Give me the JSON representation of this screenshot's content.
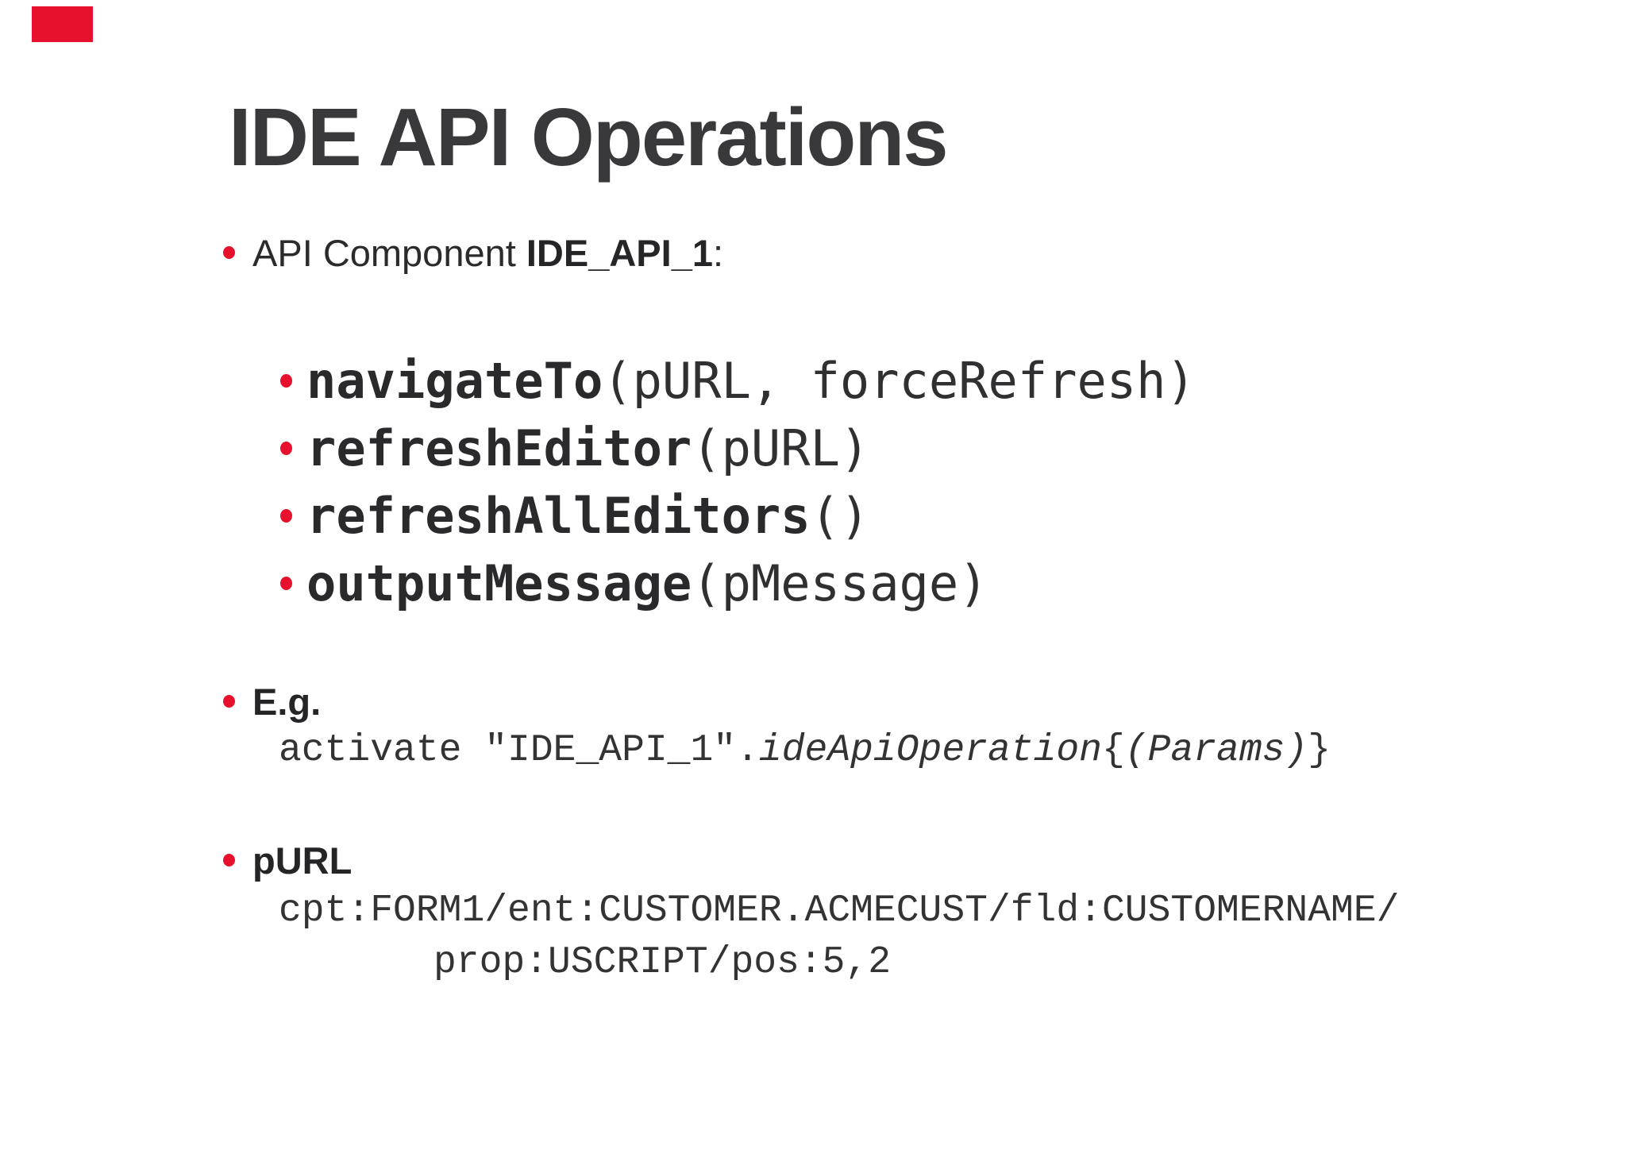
{
  "slide": {
    "accent_color": "#e8112d",
    "text_color": "#2b2b2d",
    "title": "IDE API Operations",
    "bullet1": {
      "prefix": "API Component ",
      "bold": "IDE_API_1",
      "suffix": ":"
    },
    "operations": [
      {
        "name": "navigateTo",
        "args": "(pURL, forceRefresh)"
      },
      {
        "name": "refreshEditor",
        "args": "(pURL)"
      },
      {
        "name": "refreshAllEditors",
        "args": "()"
      },
      {
        "name": "outputMessage",
        "args": "(pMessage)"
      }
    ],
    "example": {
      "label": "E.g.",
      "code_prefix": "activate \"IDE_API_1\".",
      "code_italic1": "ideApiOperation",
      "code_open": "{",
      "code_italic2": "(Params)",
      "code_close": "}"
    },
    "purl": {
      "label": "pURL",
      "line1": "cpt:FORM1/ent:CUSTOMER.ACMECUST/fld:CUSTOMERNAME/",
      "line2": "prop:USCRIPT/pos:5,2"
    }
  }
}
